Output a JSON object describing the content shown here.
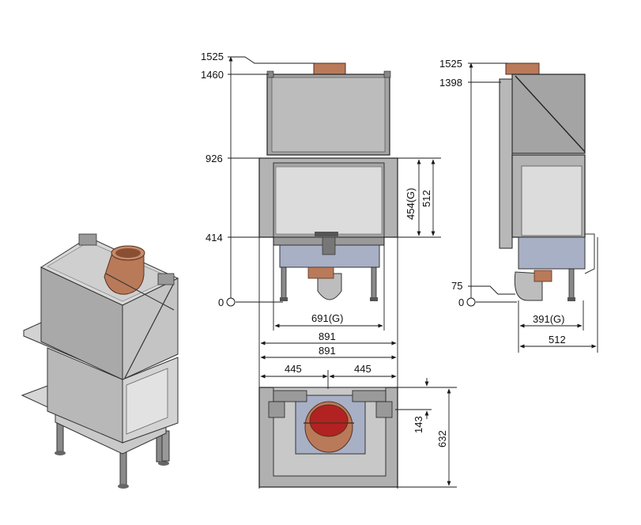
{
  "colors": {
    "line": "#1a1a1a",
    "steel_light": "#c8c8c8",
    "steel_mid": "#a9a9a9",
    "steel_dark": "#7d7d7d",
    "glass": "#d9d9d9",
    "copper": "#b97a5a",
    "copper_dark": "#8a4f33",
    "blue_steel": "#a8b0c6",
    "red_pipe": "#b22222"
  },
  "front_view": {
    "heights": {
      "top_pipe": "1525",
      "top_body": "1460",
      "hood_base": "926",
      "firebox_base": "414",
      "zero": "0"
    },
    "widths": {
      "inner": "691(G)",
      "outer_1": "891",
      "outer_2": "891"
    },
    "window": {
      "height_g": "454(G)",
      "height": "512"
    }
  },
  "side_view": {
    "heights": {
      "top_pipe": "1525",
      "top_body": "1398",
      "outlet": "75",
      "zero": "0"
    },
    "widths": {
      "inner": "391(G)",
      "outer": "512"
    }
  },
  "top_view": {
    "half_left": "445",
    "half_right": "445",
    "offset": "143",
    "depth": "632"
  }
}
